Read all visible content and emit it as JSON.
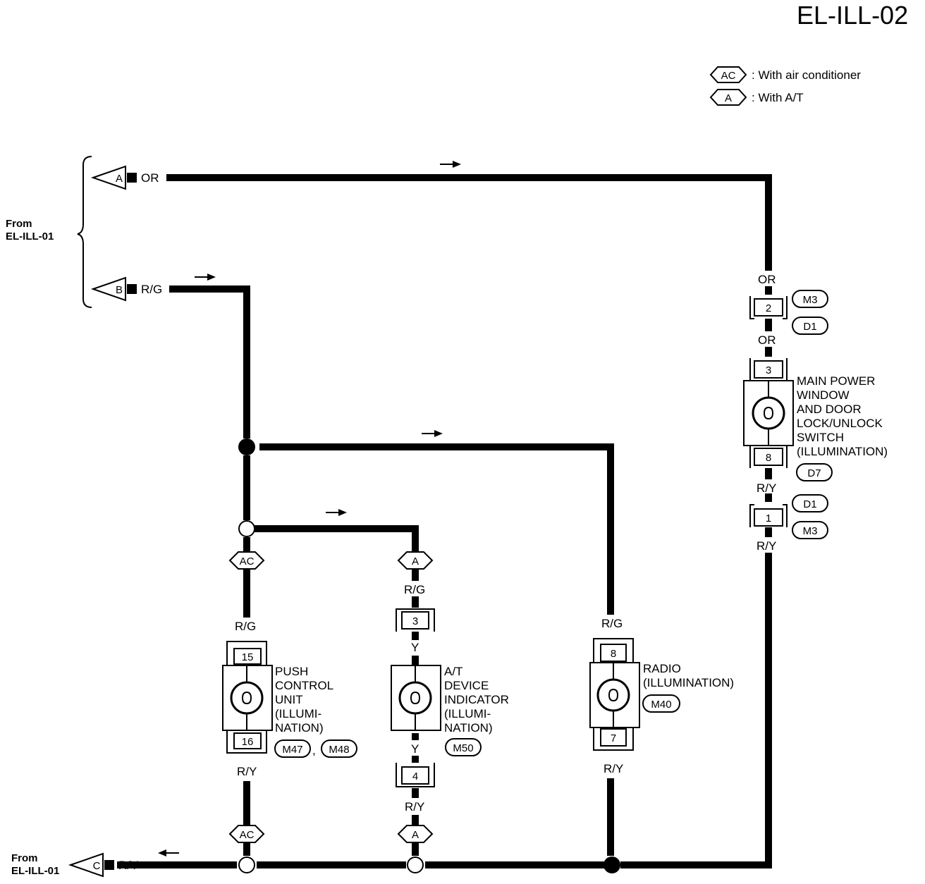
{
  "title": "EL-ILL-02",
  "legend": [
    {
      "symbol": "AC",
      "text": ": With air conditioner"
    },
    {
      "symbol": "A",
      "text": ": With A/T"
    }
  ],
  "from_top": {
    "line1": "From",
    "line2": "EL-ILL-01"
  },
  "from_bottom": {
    "line1": "From",
    "line2": "EL-ILL-01"
  },
  "terminals": {
    "A": "A",
    "B": "B",
    "C": "C"
  },
  "wires": {
    "or_top": "OR",
    "rg_top": "R/G",
    "ry_bottom": "R/Y",
    "mp_or1": "OR",
    "mp_or2": "OR",
    "mp_ry1": "R/Y",
    "mp_ry2": "R/Y",
    "push_rg": "R/G",
    "push_ry": "R/Y",
    "at_rg": "R/G",
    "at_y1": "Y",
    "at_y2": "Y",
    "at_ry": "R/Y",
    "radio_rg": "R/G",
    "radio_ry": "R/Y"
  },
  "option_tags": {
    "push_top": "AC",
    "push_bottom": "AC",
    "at_top": "A",
    "at_bottom": "A"
  },
  "pins": {
    "mp_conn_top": "2",
    "mp_conn_bottom": "1",
    "mp_in": "3",
    "mp_out": "8",
    "push_in": "15",
    "push_out": "16",
    "at_conn_top": "3",
    "at_conn_bottom": "4",
    "radio_in": "8",
    "radio_out": "7"
  },
  "connectors": {
    "mp_m3_top": "M3",
    "mp_d1_top": "D1",
    "mp_d7": "D7",
    "mp_d1_bottom": "D1",
    "mp_m3_bottom": "M3",
    "push_m47": "M47",
    "push_m48": "M48",
    "at_m50": "M50",
    "radio_m40": "M40"
  },
  "components": {
    "main_power": [
      "MAIN POWER",
      "WINDOW",
      "AND DOOR",
      "LOCK/UNLOCK",
      "SWITCH",
      "(ILLUMINATION)"
    ],
    "push_control": [
      "PUSH",
      "CONTROL",
      "UNIT",
      "(ILLUMI-",
      "NATION)"
    ],
    "at_device": [
      "A/T",
      "DEVICE",
      "INDICATOR",
      "(ILLUMI-",
      "NATION)"
    ],
    "radio": [
      "RADIO",
      "(ILLUMINATION)"
    ]
  },
  "separator": ","
}
